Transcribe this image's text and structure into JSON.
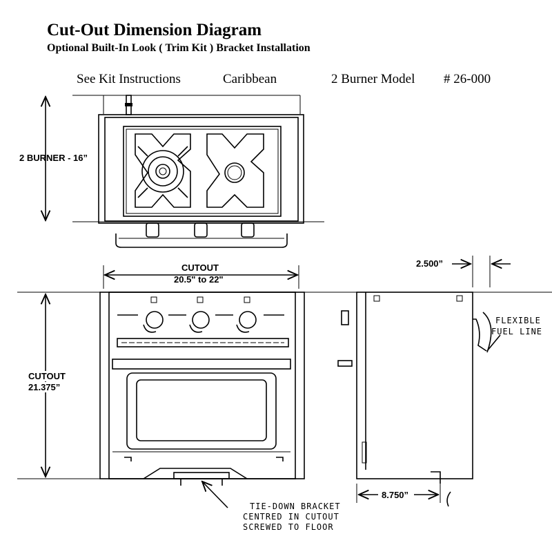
{
  "header": {
    "title": "Cut-Out Dimension Diagram",
    "subtitle": "Optional Built-In Look ( Trim Kit ) Bracket Installation",
    "instructions": "See Kit Instructions",
    "brand": "Caribbean",
    "model": "2 Burner Model",
    "part_number": "# 26-000"
  },
  "dimensions": {
    "top_depth": "2 BURNER - 16”",
    "cutout_width_label": "CUTOUT",
    "cutout_width_value": "20.5\" to 22\"",
    "cutout_height_label": "CUTOUT",
    "cutout_height_value": "21.375”",
    "side_offset": "2.500”",
    "bracket_offset": "8.750”"
  },
  "notes": {
    "fuel_line_1": "FLEXIBLE",
    "fuel_line_2": "FUEL LINE",
    "bracket_1": "TIE-DOWN BRACKET",
    "bracket_2": "CENTRED IN CUTOUT",
    "bracket_3": "SCREWED TO FLOOR"
  }
}
